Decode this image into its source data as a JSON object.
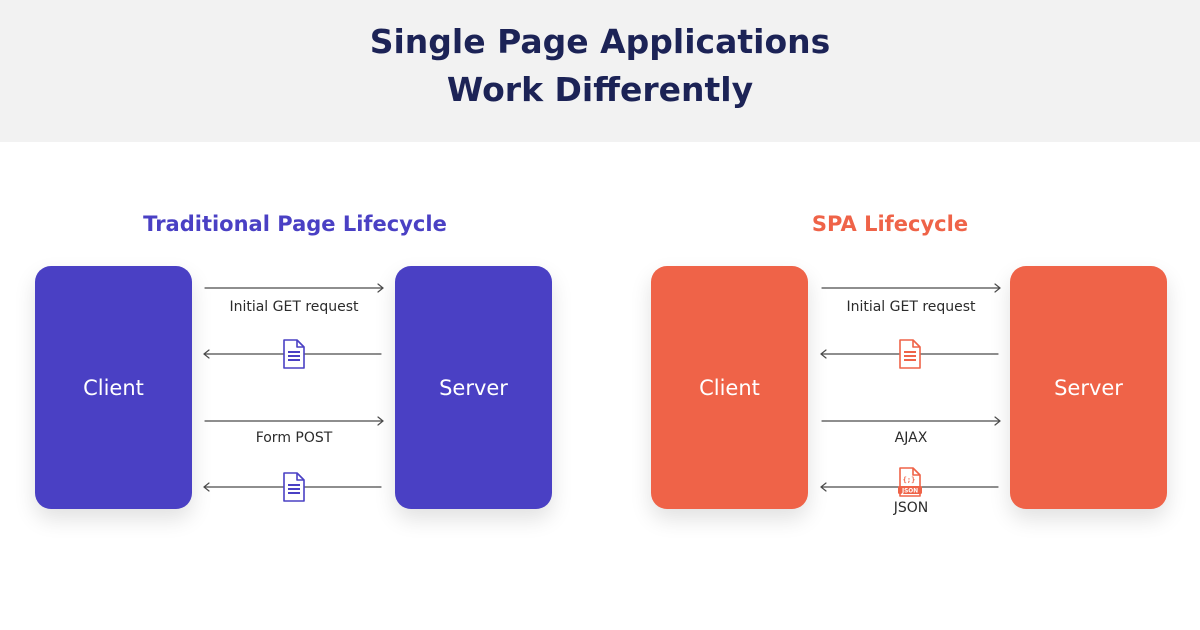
{
  "title": {
    "line1": "Single Page Applications",
    "line2": "Work Differently"
  },
  "traditional": {
    "section_title": "Traditional Page Lifecycle",
    "client_label": "Client",
    "server_label": "Server",
    "request1_label": "Initial GET request",
    "request2_label": "Form POST",
    "color": "#4a40c4"
  },
  "spa": {
    "section_title": "SPA Lifecycle",
    "client_label": "Client",
    "server_label": "Server",
    "request1_label": "Initial GET request",
    "request2_label": "AJAX",
    "response2_label": "JSON",
    "json_icon_text": "JSON",
    "color": "#ef6348"
  },
  "colors": {
    "title": "#1c2356",
    "header_bg": "#f2f2f2",
    "arrow": "#4a4a4a"
  },
  "icons": {
    "page_document": "document-icon",
    "json_document": "json-file-icon"
  }
}
